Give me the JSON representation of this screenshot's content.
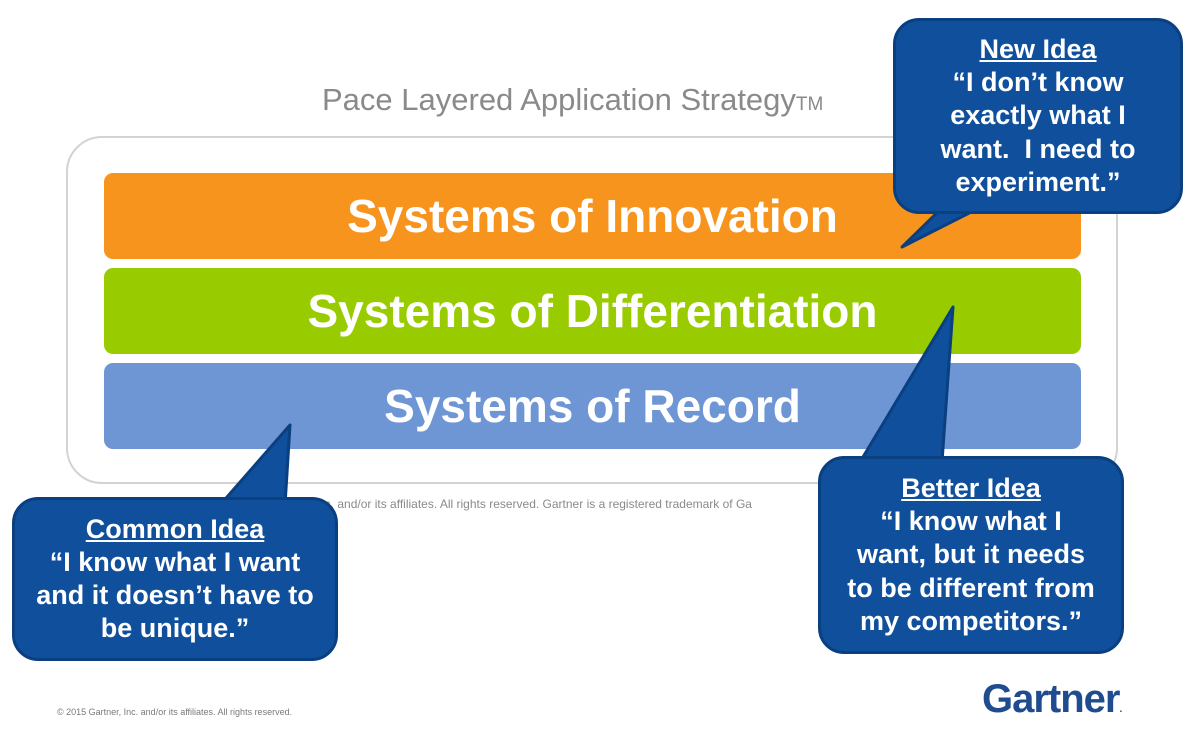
{
  "title": {
    "text": "Pace Layered Application Strategy",
    "tm": "TM"
  },
  "layers": [
    {
      "label": "Systems of Innovation",
      "color": "#f7941d"
    },
    {
      "label": "Systems of Differentiation",
      "color": "#99cc00"
    },
    {
      "label": "Systems of Record",
      "color": "#6f96d4"
    }
  ],
  "callouts": {
    "new_idea": {
      "heading": "New Idea",
      "lines": [
        "“I don’t know",
        "exactly what I",
        "want.  I need to",
        "experiment.”"
      ]
    },
    "common_idea": {
      "heading": "Common Idea",
      "lines": [
        "“I know what I want",
        "and it doesn’t have to",
        "be unique.”"
      ]
    },
    "better_idea": {
      "heading": "Better Idea",
      "lines": [
        "“I know what I",
        "want, but it needs",
        "to be different from",
        "my competitors.”"
      ]
    }
  },
  "footer": {
    "notice": "nc. and/or its affiliates. All rights reserved. Gartner is a registered trademark of Ga",
    "copyright": "© 2015 Gartner, Inc. and/or its affiliates. All rights reserved."
  },
  "logo": {
    "text": "Gartner",
    "mark": "."
  },
  "colors": {
    "bubble": "#0f4f9c",
    "frame": "#d3d3d3"
  }
}
